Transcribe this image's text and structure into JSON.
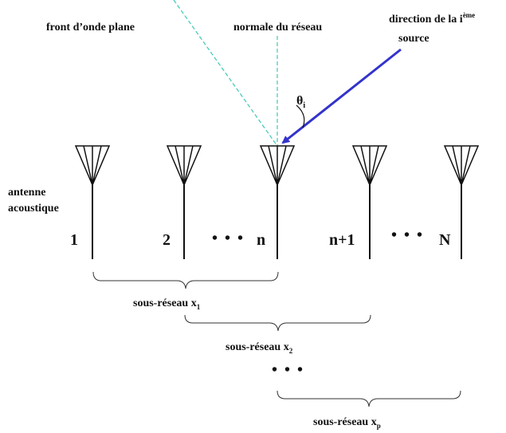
{
  "labels": {
    "wavefront": "front d’onde plane",
    "normal": "normale du réseau",
    "source_direction": "direction de la i",
    "source_direction_sup": "ème",
    "source_direction_line2": "source",
    "angle_symbol": "θ",
    "angle_sub": "i",
    "antenna_line1": "antenne",
    "antenna_line2": "acoustique"
  },
  "antennas": [
    {
      "label": "1"
    },
    {
      "label": "2"
    },
    {
      "label": "n"
    },
    {
      "label": "n+1"
    },
    {
      "label": "N"
    }
  ],
  "ellipsis": "• • •",
  "subarrays": [
    {
      "label": "sous-réseau x",
      "sub": "1"
    },
    {
      "label": "sous-réseau x",
      "sub": "2"
    },
    {
      "label": "sous-réseau x",
      "sub": "p"
    }
  ],
  "colors": {
    "wavefront": "#3cc8b4",
    "normal": "#3cc8b4",
    "arrow": "#3333cc",
    "lines": "#111111"
  }
}
